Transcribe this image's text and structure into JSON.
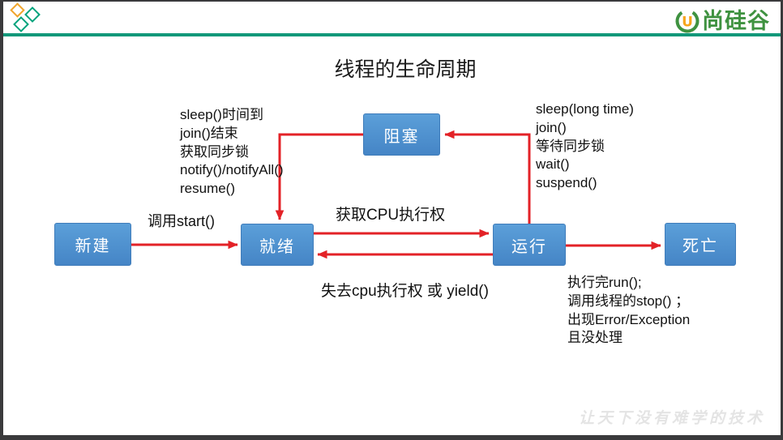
{
  "header": {
    "brand_text": "尚硅谷",
    "logo_letter": "U"
  },
  "slide": {
    "title": "线程的生命周期",
    "watermark": "让天下没有难学的技术"
  },
  "diagram": {
    "nodes": {
      "new": {
        "label": "新建"
      },
      "ready": {
        "label": "就绪"
      },
      "running": {
        "label": "运行"
      },
      "dead": {
        "label": "死亡"
      },
      "blocked": {
        "label": "阻塞"
      }
    },
    "edge_labels": {
      "new_to_ready": "调用start()",
      "ready_to_running": "获取CPU执行权",
      "running_to_ready": "失去cpu执行权 或 yield()"
    },
    "blocked_to_ready_conditions": [
      "sleep()时间到",
      "join()结束",
      "获取同步锁",
      "notify()/notifyAll()",
      "resume()"
    ],
    "running_to_blocked_conditions": [
      "sleep(long time)",
      "join()",
      "等待同步锁",
      "wait()",
      "suspend()"
    ],
    "running_to_dead_conditions": [
      "执行完run();",
      "调用线程的stop() ；",
      "出现Error/Exception",
      "且没处理"
    ]
  },
  "colors": {
    "arrow_red": "#e32227",
    "node_blue": "#4a90d4",
    "divider_green": "#11987a",
    "brand_green": "#3f9240",
    "brand_orange": "#f6a51c",
    "frame_dark": "#3a3a3c"
  }
}
